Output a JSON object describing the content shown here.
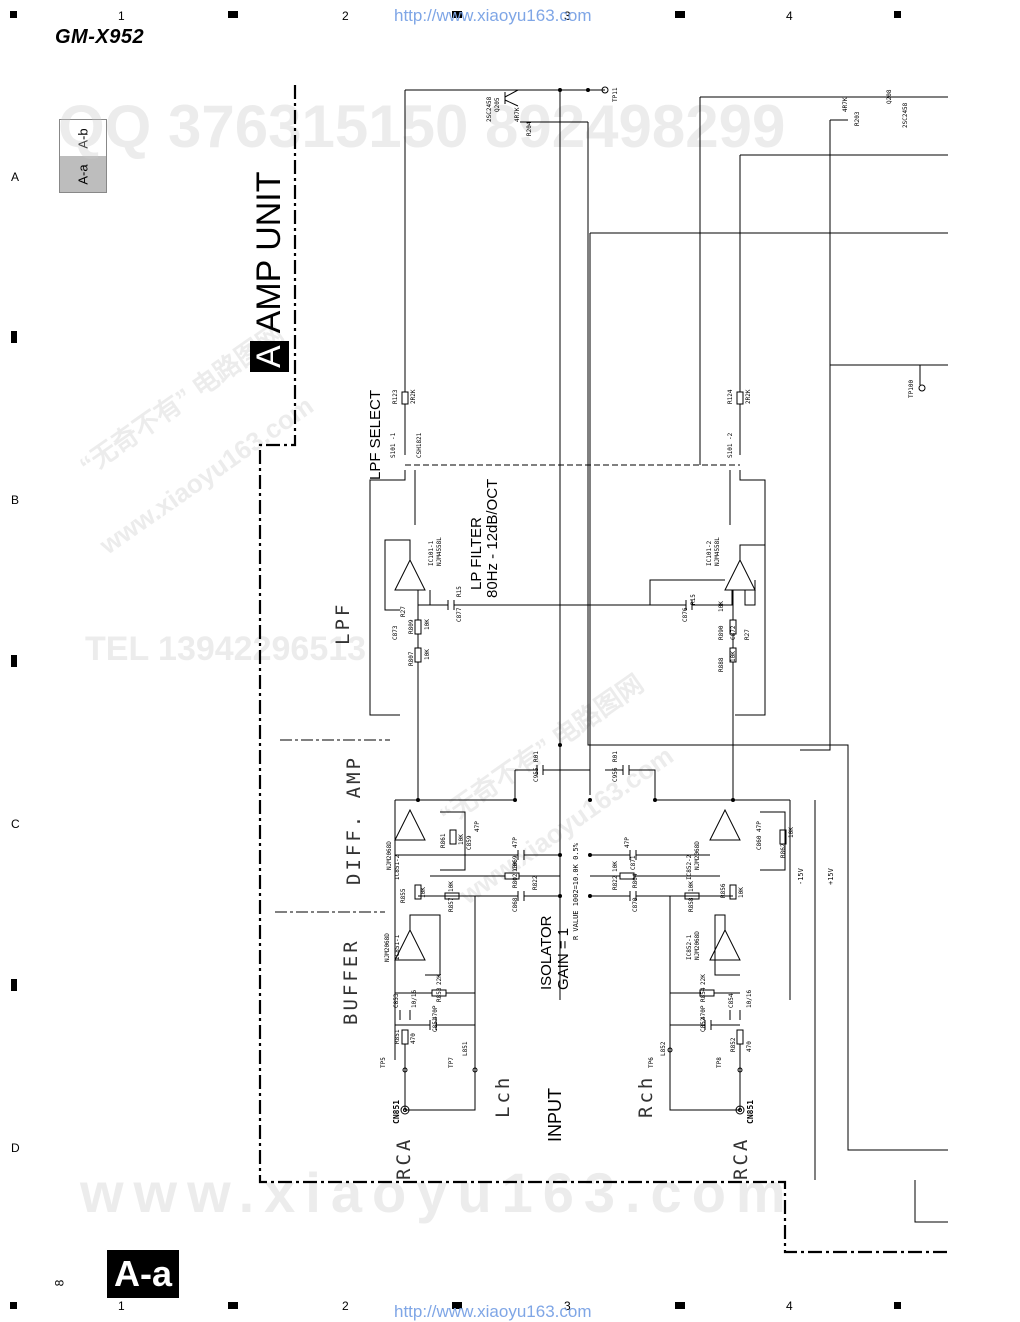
{
  "header": {
    "model": "GM-X952",
    "url": "http://www.xiaoyu163.com",
    "column_numbers": [
      "1",
      "2",
      "3",
      "4"
    ],
    "row_letters": [
      "A",
      "B",
      "C",
      "D"
    ]
  },
  "tabs": {
    "top": "A-b",
    "bottom": "A-a"
  },
  "footer": {
    "badge": "A-a",
    "page": "8"
  },
  "section": {
    "badge_letter": "A",
    "title": "AMP UNIT"
  },
  "labels": {
    "lpf_select": "LPF SELECT",
    "lp_filter_line1": "LP FILTER",
    "lp_filter_line2": "80Hz - 12dB/OCT",
    "lpf": "LPF",
    "diff_amp": "DIFF. AMP",
    "buffer": "BUFFER",
    "isolator_line1": "ISOLATOR",
    "isolator_line2": "GAIN = 1",
    "input": "INPUT",
    "lch": "Lch",
    "rch": "Rch",
    "rca_left": "RCA",
    "rca_right": "RCA",
    "r_value_note": "R VALUE 1002=10.0K 0.5%",
    "minus15v": "-15V",
    "plus15v": "+15V"
  },
  "components": {
    "q205": "Q205",
    "q205_type": "2SC2458",
    "r204": "R204",
    "r204_val": "4R7K",
    "tp11": "TP11",
    "q208": "Q208",
    "q208_type": "2SC2458",
    "r203": "R203",
    "r203_val": "4R7K",
    "tp100": "TP100",
    "r123": "R123",
    "r123_val": "2R2K",
    "r124": "R124",
    "r124_val": "2R2K",
    "s101_1": "S101 -1",
    "s101_2": "S101 -2",
    "csh1821": "CSH1821",
    "ic101_1": "IC101-1",
    "ic101_1_type": "NJM4558L",
    "ic101_2": "IC101-2",
    "ic101_2_type": "NJM4558L",
    "r807": "R807",
    "r809": "R809",
    "c873": "C873",
    "c877": "C877",
    "r27": "R27",
    "r888": "R888",
    "r890": "R890",
    "c872": "C872",
    "c876": "C876",
    "r15": "R15",
    "val_10k": "10K",
    "c955": "C955",
    "c956": "C956",
    "r01": "R01",
    "ic851_2": "IC851-2",
    "ic852_2": "IC852-2",
    "ic851_1": "IC851-1",
    "ic852_1": "IC852-1",
    "op_type": "NJM2068D",
    "r861": "R861",
    "r862": "R862",
    "c859": "C859",
    "c860": "C860",
    "val_47p": "47P",
    "c869": "C869",
    "c871": "C871",
    "r802": "R802",
    "r804": "R804",
    "r822": "R822",
    "c868": "C868",
    "c870": "C870",
    "r855": "R855",
    "r856": "R856",
    "r857": "R857",
    "r858": "R858",
    "r853": "R853",
    "r854": "R854",
    "val_22k": "22K",
    "c853": "C853",
    "c854": "C854",
    "val_10_16": "10/16",
    "c851": "C851",
    "c852": "C852",
    "val_470p": "470P",
    "r851": "R851",
    "r852": "R852",
    "val_470": "470",
    "tp5": "TP5",
    "tp6": "TP6",
    "tp7": "TP7",
    "tp8": "TP8",
    "l851": "L851",
    "l852": "L852",
    "cn851": "CN851"
  },
  "watermarks": {
    "qq_top": "QQ 376315150  892498299",
    "tel_side": "TEL 13942296513",
    "site_bottom": "www.xiaoyu163.com",
    "cn_text": "“无奇不有” 电路图网",
    "cn_site": "www.xiaoyu163.com"
  }
}
